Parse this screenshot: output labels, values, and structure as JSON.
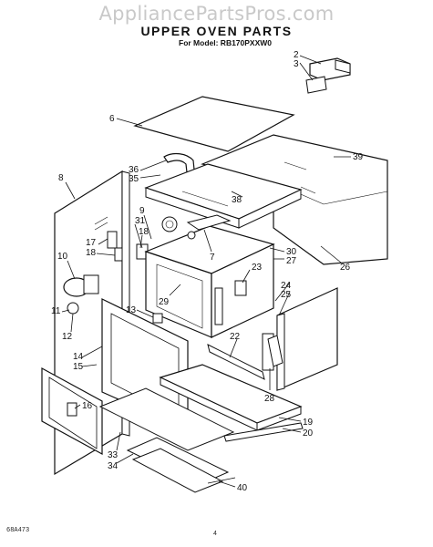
{
  "watermark": "AppliancePartsPros.com",
  "title": "UPPER OVEN PARTS",
  "subtitle": "For Model: RB170PXXW0",
  "footer": {
    "code": "68A473",
    "page": "4"
  },
  "callouts": {
    "c2": "2",
    "c3": "3",
    "c6": "6",
    "c8": "8",
    "c39": "39",
    "c36": "36",
    "c35": "35",
    "c38": "38",
    "c9": "9",
    "c31": "31",
    "c18a": "18",
    "c17": "17",
    "c18b": "18",
    "c10": "10",
    "c30": "30",
    "c27": "27",
    "c7": "7",
    "c26": "26",
    "c23": "23",
    "c24": "24",
    "c25": "25",
    "c29": "29",
    "c13": "13",
    "c11": "11",
    "c12": "12",
    "c22": "22",
    "c14": "14",
    "c15": "15",
    "c16": "16",
    "c28": "28",
    "c19": "19",
    "c20": "20",
    "c33": "33",
    "c34": "34",
    "c40": "40"
  }
}
